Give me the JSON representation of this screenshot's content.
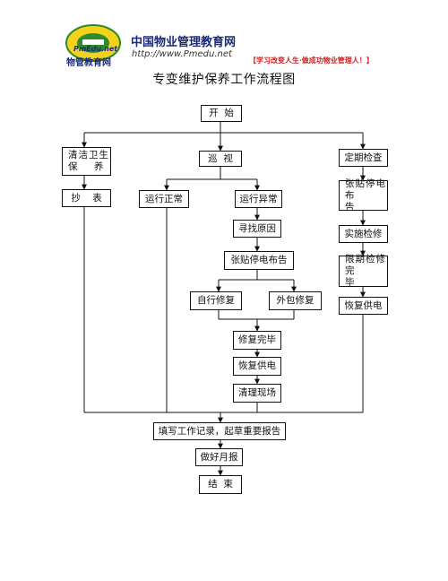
{
  "header": {
    "logo_ring_text": "中国物业管理教育网",
    "logo_mid_text": "PmEdu.net",
    "logo_bottom_text": "物管教育网",
    "site_name": "中国物业管理教育网",
    "site_url": "http://www.Pmedu.net",
    "slogan": "【学习改变人生·做成功物业管理人！】"
  },
  "colors": {
    "brand_blue": "#1a2a7a",
    "slogan_red": "#d21e1e",
    "logo_green": "#2f8a2a",
    "logo_yellow": "#f2d21a"
  },
  "diagram": {
    "title": "专变维护保养工作流程图",
    "nodes": {
      "start": "开  始",
      "clean": "清洁卫生\n保    养",
      "inspect": "巡  视",
      "scheduled": "定期检查",
      "copy": "抄    表",
      "normal": "运行正常",
      "abnormal": "运行异常",
      "notice_r": "张贴停电\n布      告",
      "find_cause": "寻找原因",
      "notice_m": "张贴停电布告",
      "do_repair": "实施检修",
      "self_repair": "自行修复",
      "outsource": "外包修复",
      "deadline": "限期检修\n完      毕",
      "restore_r": "恢复供电",
      "repair_done": "修复完毕",
      "restore_m": "恢复供电",
      "clean_site": "清理现场",
      "record": "填写工作记录，起草重要报告",
      "monthly": "做好月报",
      "end": "结  束"
    }
  }
}
